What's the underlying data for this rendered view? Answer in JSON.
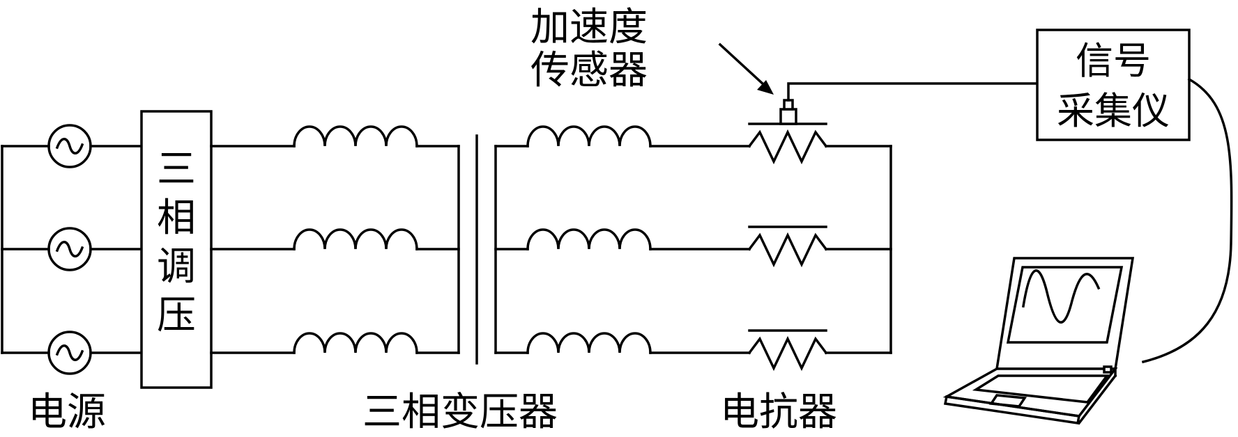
{
  "labels": {
    "source": "电源",
    "regulator": [
      "三",
      "相",
      "调",
      "压"
    ],
    "transformer": "三相变压器",
    "reactor": "电抗器",
    "sensor_line1": "加速度",
    "sensor_line2": "传感器",
    "daq_line1": "信号",
    "daq_line2": "采集仪"
  },
  "icons": {
    "ac_source": "ac-source-icon",
    "inductor": "inductor-coil-icon",
    "resistor": "zigzag-resistor-icon",
    "laptop": "laptop-icon",
    "waveform": "sine-wave-icon"
  },
  "colors": {
    "line": "#000000",
    "background": "#ffffff"
  }
}
